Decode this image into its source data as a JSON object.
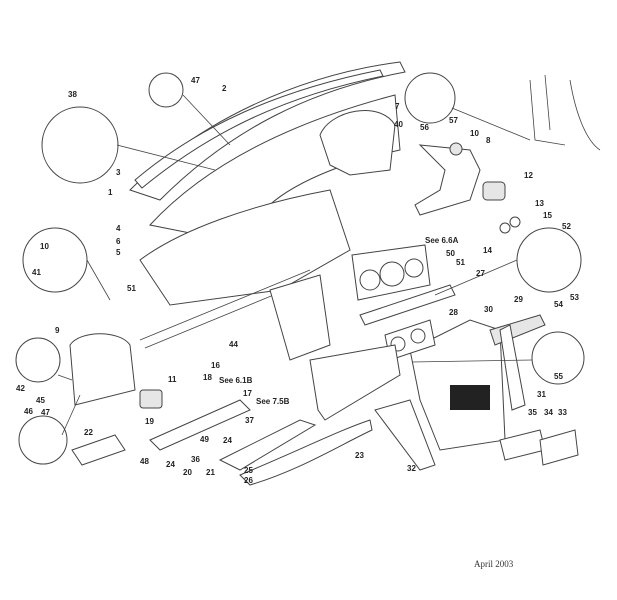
{
  "labels": [
    "38",
    "47",
    "2",
    "3",
    "1",
    "4",
    "6",
    "5",
    "7",
    "40",
    "56",
    "57",
    "10",
    "8",
    "12",
    "13",
    "15",
    "14",
    "52",
    "53",
    "54",
    "See 6.6A",
    "50",
    "51",
    "27",
    "10",
    "41",
    "51",
    "29",
    "30",
    "28",
    "55",
    "31",
    "35",
    "34",
    "33",
    "23",
    "32",
    "9",
    "42",
    "45",
    "46",
    "47",
    "22",
    "44",
    "16",
    "11",
    "18",
    "See 6.1B",
    "17",
    "See 7.5B",
    "19",
    "37",
    "49",
    "24",
    "36",
    "24",
    "48",
    "20",
    "21",
    "25",
    "26"
  ],
  "footer": "April 2003"
}
